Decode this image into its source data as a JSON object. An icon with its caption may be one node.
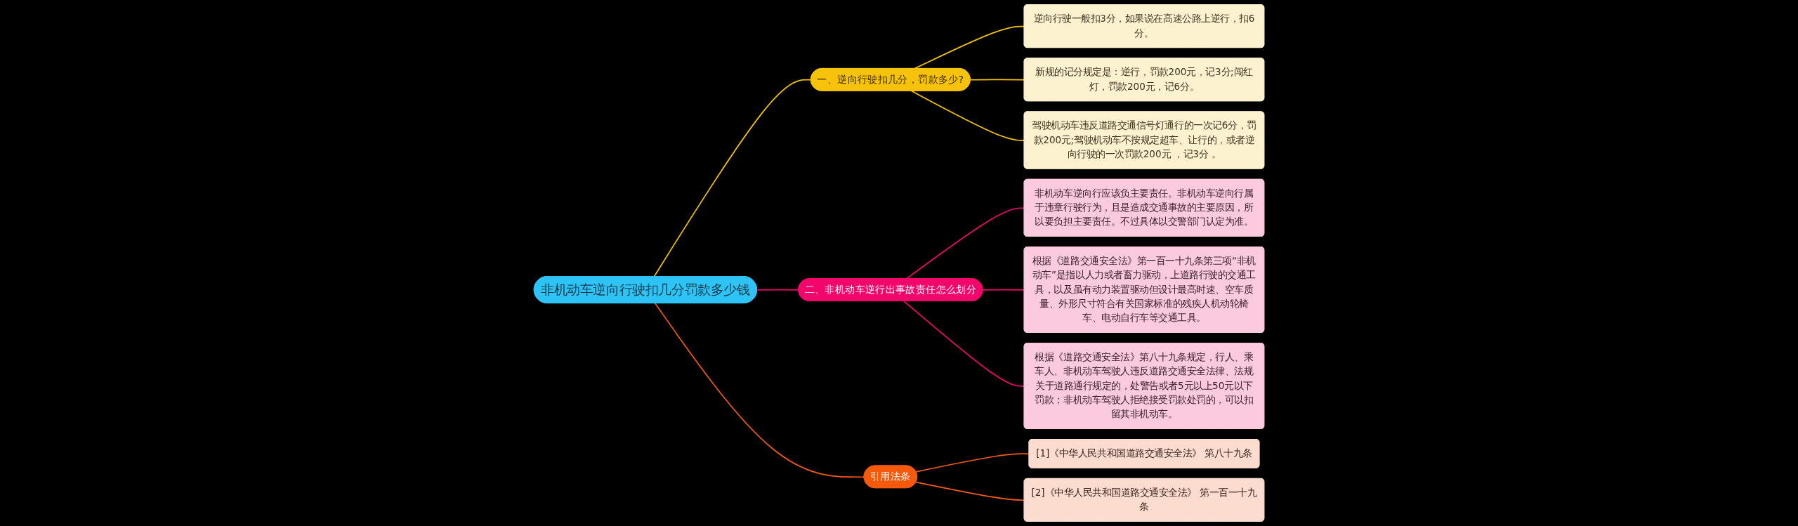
{
  "diagram": {
    "nodes": [
      {
        "text": [
          "非机动车逆向行驶扣几分罚款多少钱"
        ]
      },
      {
        "text": [
          "一、逆向行驶扣几分，罚款多少?"
        ]
      },
      {
        "text": [
          "逆向行驶一般扣3分，如果说在高速公路上逆行，扣6分。"
        ]
      },
      {
        "text": [
          "新规的记分规定是：逆行，罚款200元，记3分;闯红灯，罚款200元，记6分。"
        ]
      },
      {
        "text": [
          "驾驶机动车违反道路交通信号灯通行的一次记6分，罚款200元;驾驶机动车不按规定超车、让行的，或者逆向行驶的一次罚款200元 ，记3分 。"
        ]
      },
      {
        "text": [
          "二、非机动车逆行出事故责任怎么划分"
        ]
      },
      {
        "text": [
          "非机动车逆向行应该负主要责任。非机动车逆向行属于违章行驶行为，且是造成交通事故的主要原因，所以要负担主要责任。不过具体以交警部门认定为准。"
        ]
      },
      {
        "text": [
          "根据《道路交通安全法》第一百一十九条第三项“非机动车”是指以人力或者畜力驱动，上道路行驶的交通工具，以及虽有动力装置驱动但设计最高时速、空车质量、外形尺寸符合有关国家标准的残疾人机动轮椅车、电动自行车等交通工具。"
        ]
      },
      {
        "text": [
          "根据《道路交通安全法》第八十九条规定，行人、乘车人、非机动车驾驶人违反道路交通安全法律、法规关于道路通行规定的，处警告或者5元以上50元以下罚款；非机动车驾驶人拒绝接受罚款处罚的，可以扣留其非机动车。"
        ]
      },
      {
        "text": [
          "引用法条"
        ]
      },
      {
        "text": [
          "[1]《中华人民共和国道路交通安全法》 第八十九条"
        ]
      },
      {
        "text": [
          "[2]《中华人民共和国道路交通安全法》 第一百一十九条"
        ]
      }
    ],
    "edges": [
      {
        "from": 0,
        "to": 1,
        "arrow": "none",
        "color": "#f5c400"
      },
      {
        "from": 1,
        "to": 2,
        "arrow": "none",
        "color": "#f5c400"
      },
      {
        "from": 1,
        "to": 3,
        "arrow": "none",
        "color": "#f5c400"
      },
      {
        "from": 1,
        "to": 4,
        "arrow": "none",
        "color": "#f5c400"
      },
      {
        "from": 0,
        "to": 5,
        "arrow": "none",
        "color": "#f0086a"
      },
      {
        "from": 5,
        "to": 6,
        "arrow": "none",
        "color": "#f0086a"
      },
      {
        "from": 5,
        "to": 7,
        "arrow": "none",
        "color": "#f0086a"
      },
      {
        "from": 5,
        "to": 8,
        "arrow": "none",
        "color": "#f0086a"
      },
      {
        "from": 0,
        "to": 9,
        "arrow": "none",
        "color": "#f25a12"
      },
      {
        "from": 9,
        "to": 10,
        "arrow": "none",
        "color": "#f25a12"
      },
      {
        "from": 9,
        "to": 11,
        "arrow": "none",
        "color": "#f25a12"
      }
    ]
  }
}
